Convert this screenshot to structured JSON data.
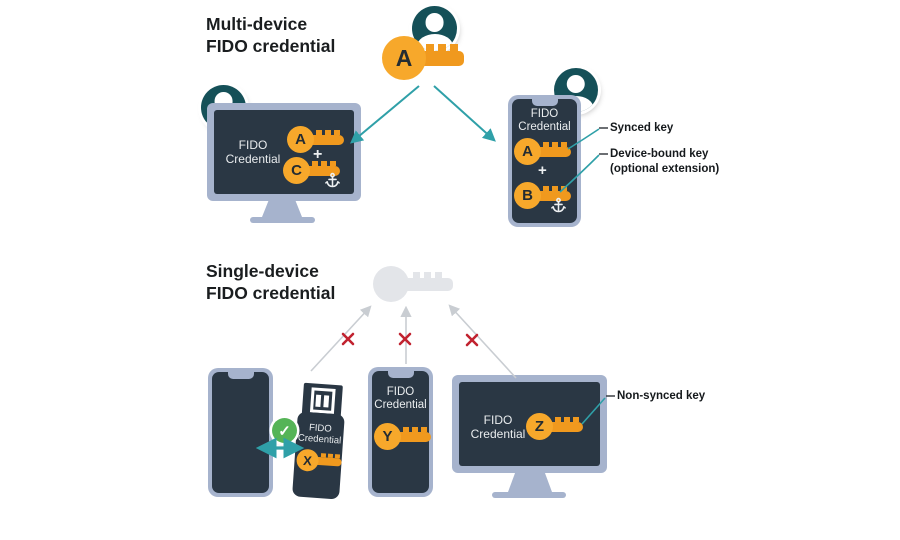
{
  "colors": {
    "orange": "#F7A82B",
    "orange-deep": "#F0991E",
    "teal-dark": "#155058",
    "teal": "#2FA0A8",
    "screen": "#2A3744",
    "frame": "#A6B3CD",
    "red": "#C1222F",
    "green": "#55B457",
    "gray-key": "#E3E5E9",
    "gray-line": "#C9CDD2",
    "ink": "#1A1D1F"
  },
  "titles": {
    "multi_line1": "Multi-device",
    "multi_line2": "FIDO credential",
    "single_line1": "Single-device",
    "single_line2": "FIDO credential"
  },
  "master_key": {
    "letter": "A"
  },
  "devices": {
    "monitor_multi": {
      "label1": "FIDO",
      "label2": "Credential",
      "key1": "A",
      "plus": "+",
      "key2": "C"
    },
    "phone_multi": {
      "label1": "FIDO",
      "label2": "Credential",
      "key1": "A",
      "plus": "+",
      "key2": "B"
    },
    "usb_single": {
      "label1": "FIDO",
      "label2": "Credential",
      "key": "X"
    },
    "phone_single": {
      "label1": "FIDO",
      "label2": "Credential",
      "key": "Y"
    },
    "monitor_single": {
      "label1": "FIDO",
      "label2": "Credential",
      "key": "Z"
    }
  },
  "annotations": {
    "synced": "Synced key",
    "device_bound1": "Device-bound key",
    "device_bound2": "(optional extension)",
    "non_synced": "Non-synced key"
  },
  "icons": {
    "check_glyph": "✓"
  }
}
